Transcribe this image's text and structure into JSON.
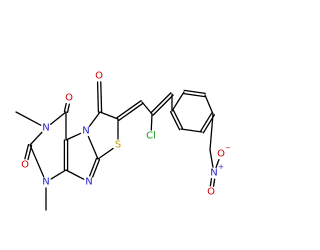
{
  "structure": {
    "atoms": [
      {
        "id": "o_ketone",
        "label": "O",
        "color": "#d40000"
      },
      {
        "id": "o_top",
        "label": "O",
        "color": "#d40000"
      },
      {
        "id": "n_left",
        "label": "N",
        "color": "#2424c8"
      },
      {
        "id": "n_fused",
        "label": "N",
        "color": "#2424c8"
      },
      {
        "id": "o_left",
        "label": "O",
        "color": "#d40000"
      },
      {
        "id": "n_bottom",
        "label": "N",
        "color": "#2424c8"
      },
      {
        "id": "n_imine",
        "label": "N",
        "color": "#2424c8"
      },
      {
        "id": "s_ring",
        "label": "S",
        "color": "#b8a000"
      },
      {
        "id": "cl",
        "label": "Cl",
        "color": "#1d9a1d"
      },
      {
        "id": "n_nitro",
        "label": "N",
        "charge": "+",
        "color": "#2424c8"
      },
      {
        "id": "o_nitro_minus",
        "label": "O",
        "charge": "−",
        "color": "#d40000"
      },
      {
        "id": "o_nitro",
        "label": "O",
        "color": "#d40000"
      }
    ]
  }
}
